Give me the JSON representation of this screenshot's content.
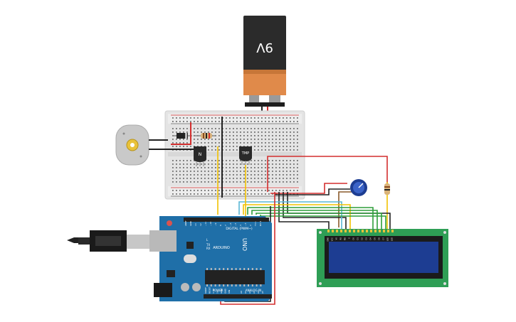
{
  "battery": {
    "label": "9V"
  },
  "motor": {
    "icon": "dc-motor-icon"
  },
  "transistor": {
    "label": "N"
  },
  "sensor": {
    "label": "TMP"
  },
  "arduino": {
    "logo_text": "UNO",
    "brand_text": "ARDUINO",
    "digital_header": "DIGITAL (PWM~)",
    "power_header": "POWER",
    "analog_header": "ANALOG IN",
    "tx_label": "TX",
    "rx_label": "RX",
    "l_label": "L",
    "power_pins": [
      "IOREF",
      "RESET",
      "3.3V",
      "5V",
      "GND",
      "GND",
      "VIN"
    ],
    "analog_pins": [
      "A0",
      "A1",
      "A2",
      "A3",
      "A4",
      "A5"
    ],
    "digital_pins": [
      "AREF",
      "GND",
      "13",
      "12",
      "~11",
      "~10",
      "~9",
      "8",
      "7",
      "~6",
      "~5",
      "4",
      "~3",
      "2",
      "TX 1",
      "RX 0"
    ]
  },
  "lcd": {
    "pins": [
      "GND",
      "VCC",
      "V0",
      "RS",
      "RW",
      "E",
      "D0",
      "D1",
      "D2",
      "D3",
      "D4",
      "D5",
      "D6",
      "D7",
      "LED",
      "LED"
    ]
  },
  "colors": {
    "wire_red": "#d32f2f",
    "wire_black": "#222222",
    "wire_yellow": "#f2c200",
    "wire_green": "#2e9e3a",
    "wire_cyan": "#5ab7d6",
    "wire_brown": "#8a5a2b",
    "arduino_board": "#1f6fa8",
    "lcd_board": "#2e9e55",
    "lcd_screen": "#1d3d92",
    "breadboard": "#e4e4e4",
    "battery_body": "#2b2b2b",
    "battery_cap": "#e08a4a"
  }
}
